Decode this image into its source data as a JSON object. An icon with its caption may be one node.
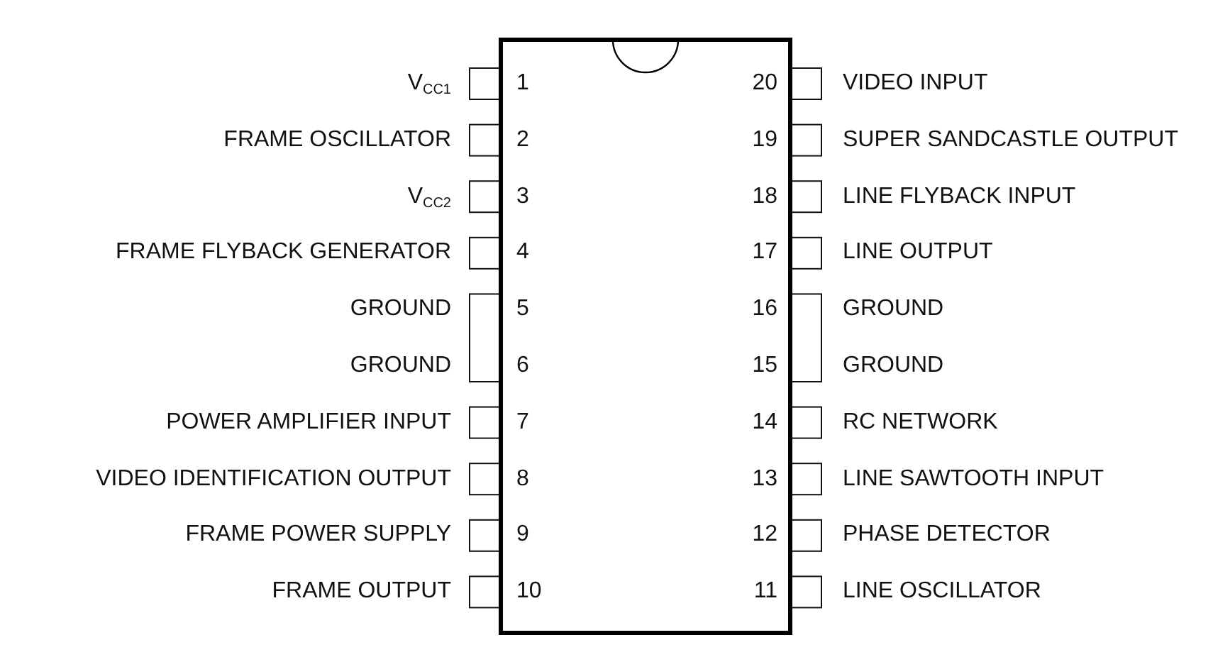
{
  "diagram": {
    "labels": [
      "V$_{CC1}$",
      "1",
      "20",
      "VIDEO INPUT",
      "FRAME OSCILLATOR",
      "2",
      "19",
      "SUPER SANDCASTLE OUTPUT",
      "V$_{CC2}$",
      "3",
      "18",
      "LINE FLYBACK INPUT",
      "FRAME FLYBACK GENERATOR",
      "4",
      "17",
      "LINE OUTPUT",
      "GROUND",
      "5",
      "16",
      "GROUND",
      "GROUND",
      "6",
      "15",
      "GROUND",
      "POWER AMPLIFIER INPUT",
      "7",
      "14",
      "RC NETWORK",
      "VIDEO IDENTIFICATION OUTPUT",
      "8",
      "13",
      "LINE SAWTOOTH INPUT",
      "FRAME POWER SUPPLY",
      "9",
      "12",
      "PHASE DETECTOR",
      "FRAME OUTPUT",
      "10",
      "11",
      "LINE OSCILLATOR"
    ]
  }
}
